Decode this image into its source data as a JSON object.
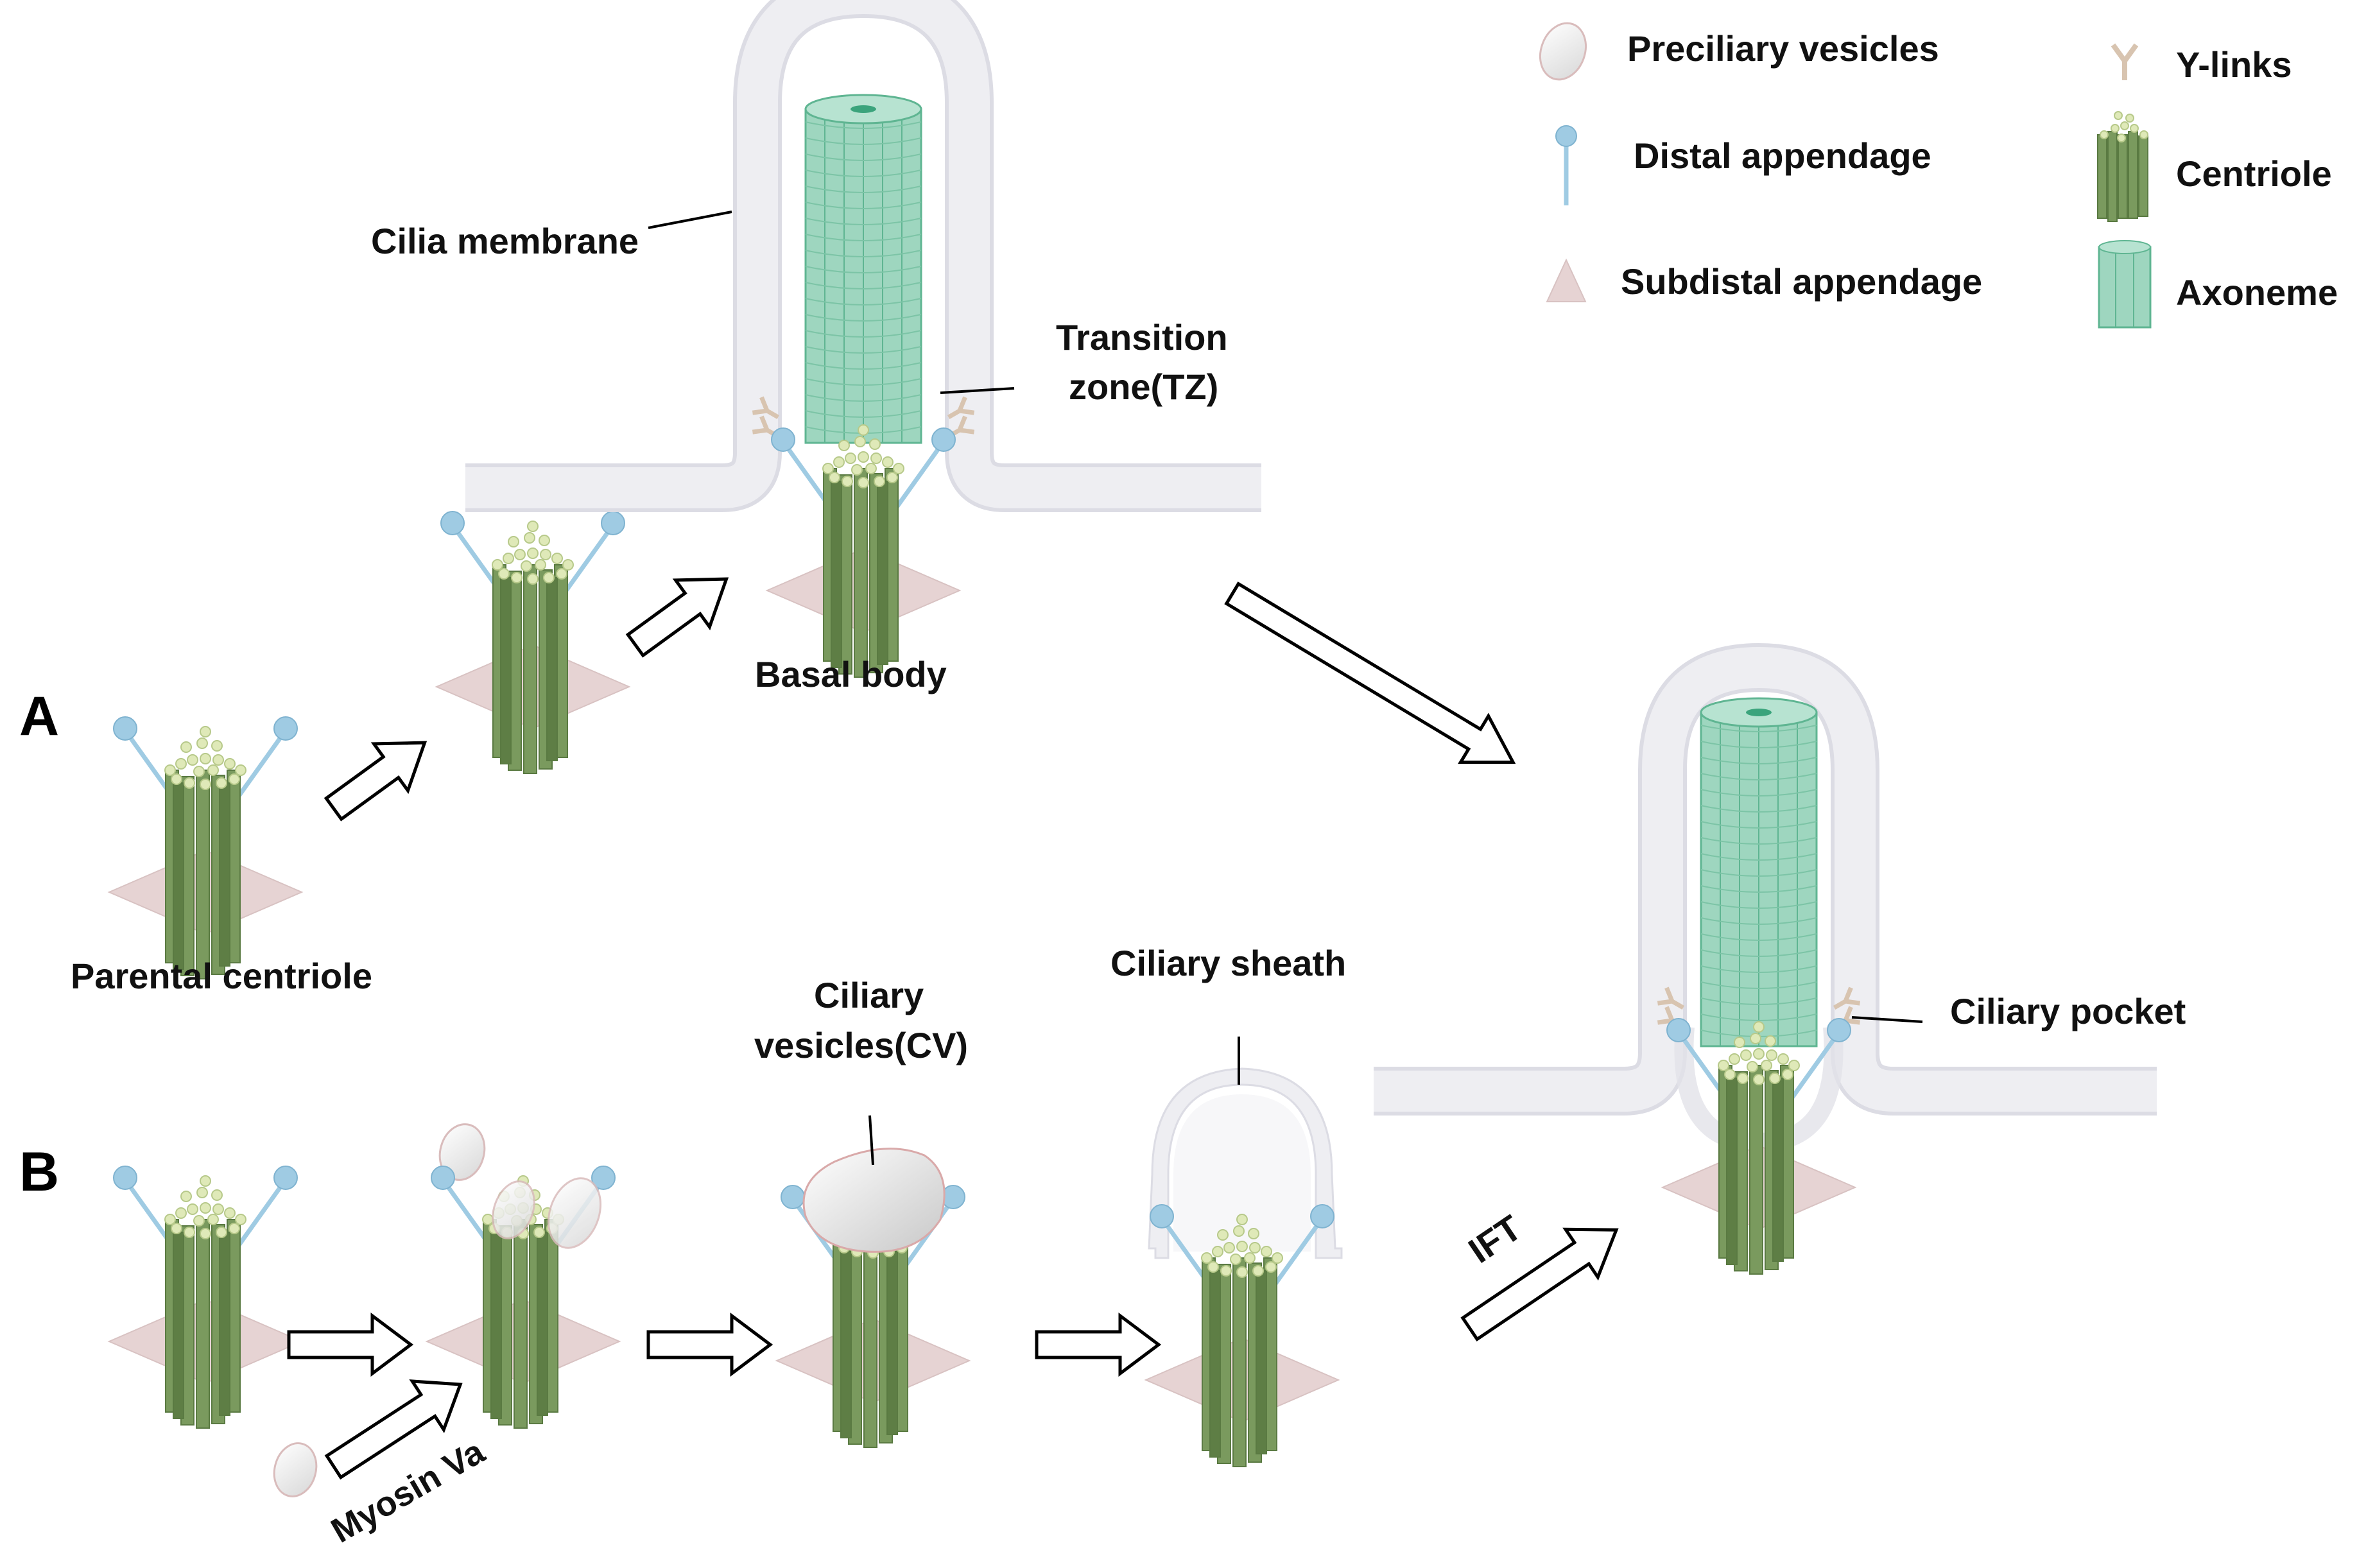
{
  "panels": {
    "a": "A",
    "b": "B"
  },
  "labels": {
    "cilia_membrane": "Cilia membrane",
    "transition_zone_1": "Transition",
    "transition_zone_2": "zone(TZ)",
    "basal_body": "Basal body",
    "parental_centriole": "Parental centriole",
    "ciliary_vesicles_1": "Ciliary",
    "ciliary_vesicles_2": "vesicles(CV)",
    "ciliary_sheath": "Ciliary sheath",
    "ciliary_pocket": "Ciliary pocket",
    "myosin": "Myosin Va",
    "ift": "IFT"
  },
  "legend": {
    "preciliary_vesicles": "Preciliary vesicles",
    "distal_appendage": "Distal appendage",
    "subdistal_appendage": "Subdistal appendage",
    "y_links": "Y-links",
    "centriole": "Centriole",
    "axoneme": "Axoneme"
  },
  "colors": {
    "centriole": "#7a9a5e",
    "centriole_dark": "#5e7e45",
    "centriole_cap": "#dfe9b8",
    "axoneme": "#9ed6bf",
    "axoneme_edge": "#5fb592",
    "distal_appendage": "#9fcbe3",
    "subdistal_appendage": "#e6d3d3",
    "membrane": "#eeeef2",
    "membrane_edge": "#dcdce4",
    "y_links": "#d8c4b0"
  }
}
